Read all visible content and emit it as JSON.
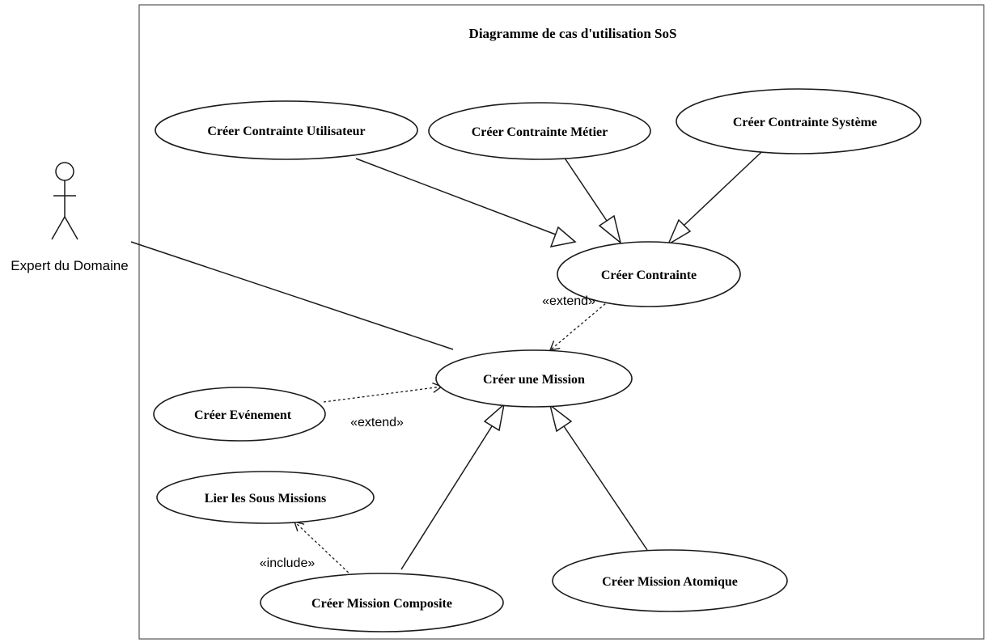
{
  "title": "Diagramme de cas d'utilisation SoS",
  "actor": {
    "name": "Expert du Domaine"
  },
  "use_cases": {
    "contrainte_utilisateur": "Créer Contrainte Utilisateur",
    "contrainte_metier": "Créer Contrainte Métier",
    "contrainte_systeme": "Créer Contrainte Système",
    "contrainte": "Créer Contrainte",
    "mission": "Créer une Mission",
    "evenement": "Créer Evénement",
    "lier_sous_missions": "Lier les Sous Missions",
    "mission_composite": "Créer Mission Composite",
    "mission_atomique": "Créer Mission Atomique"
  },
  "stereotypes": {
    "extend_contrainte": "«extend»",
    "extend_evenement": "«extend»",
    "include_lier": "«include»"
  }
}
